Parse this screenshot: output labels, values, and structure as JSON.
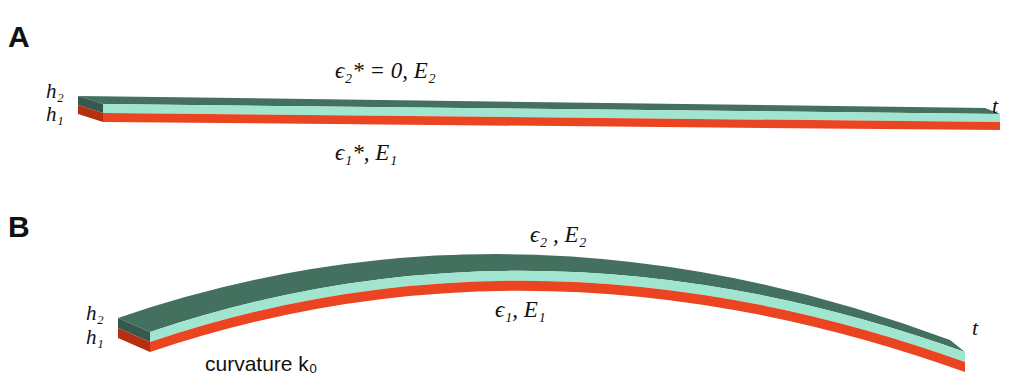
{
  "diagram": {
    "labels": [
      "A",
      "h₂",
      "h₁",
      "ϵ₂* = 0, E₂",
      "t",
      "ϵ₁*, E₁",
      "B",
      "ϵ₂ , E₂",
      "ϵ₁, E₁",
      "h₂",
      "h₁",
      "curvature k₀",
      "t"
    ]
  }
}
